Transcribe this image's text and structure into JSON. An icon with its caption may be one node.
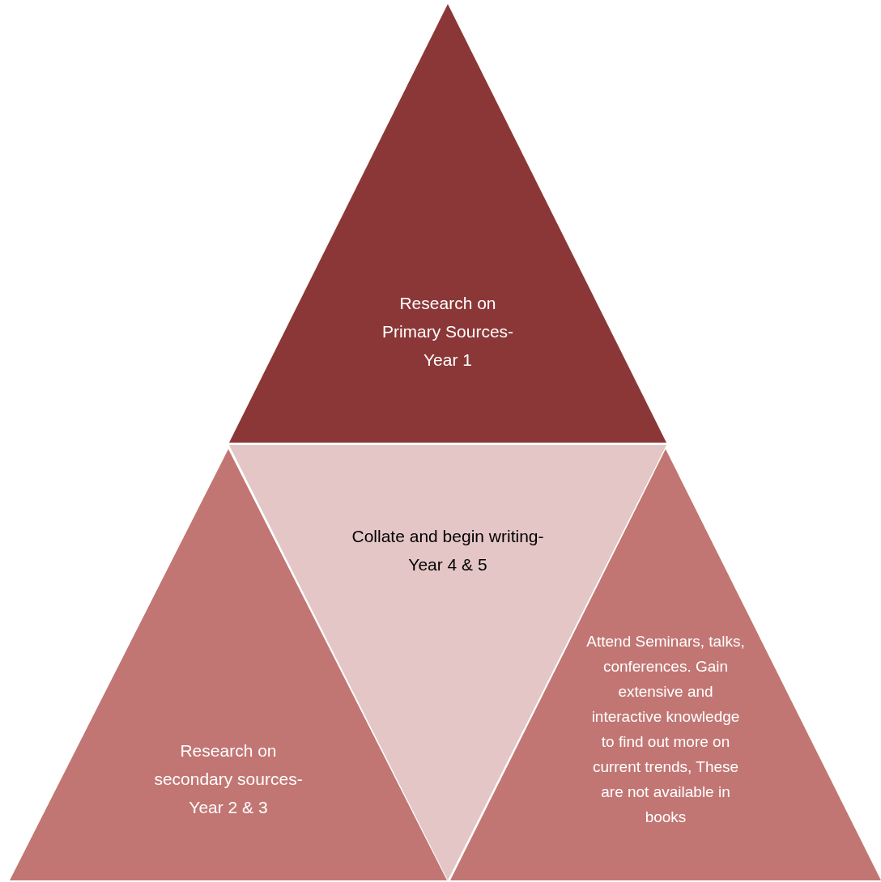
{
  "diagram": {
    "nodes": [
      {
        "text": [
          "Research on Primary Sources- Year 1"
        ]
      },
      {
        "text": [
          "Collate and begin writing- Year 4 & 5"
        ]
      },
      {
        "text": [
          "Research on secondary sources- Year 2 & 3"
        ]
      },
      {
        "text": [
          "Attend Seminars, talks, conferences. Gain extensive and interactive knowledge to find out more on current trends, These are not available in books"
        ]
      }
    ]
  }
}
